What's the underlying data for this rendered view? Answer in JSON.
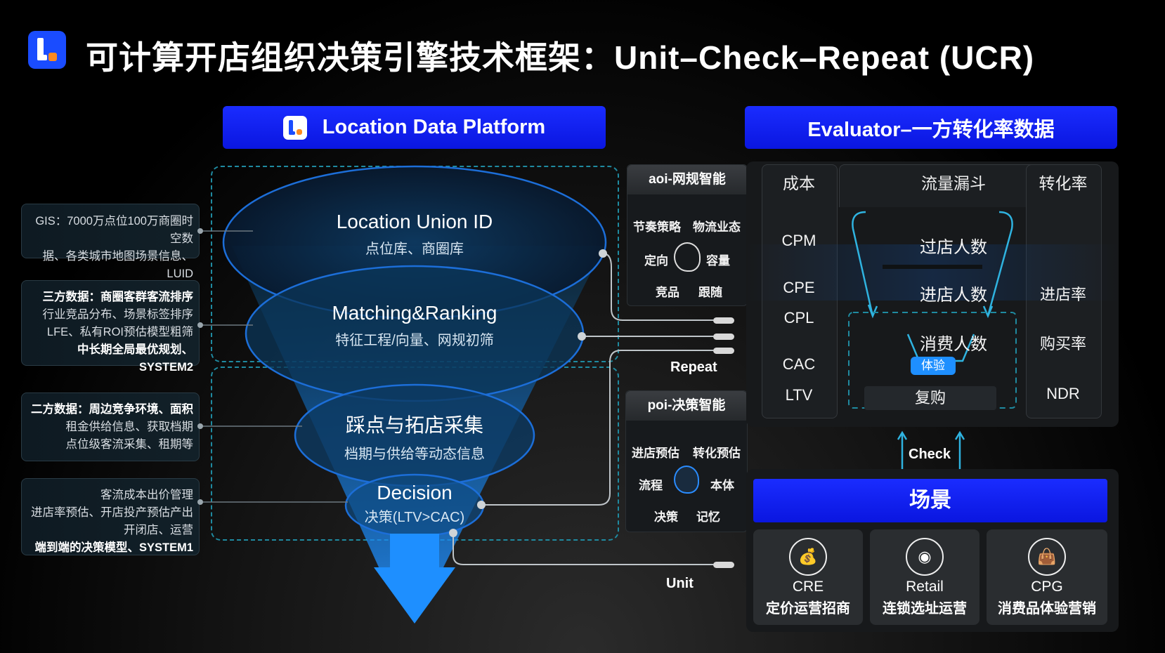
{
  "title": "可计算开店组织决策引擎技术框架：Unit–Check–Repeat (UCR)",
  "ldp_header": "Location Data Platform",
  "evaluator_header": "Evaluator–一方转化率数据",
  "left_notes": [
    {
      "lines": [
        "GIS：7000万点位100万商圈时空数",
        "据、各类城市地图场景信息、LUID"
      ]
    },
    {
      "lines": [
        "三方数据：商圈客群客流排序",
        "行业竞品分布、场景标签排序",
        "LFE、私有ROI预估模型粗筛",
        "中长期全局最优规划、SYSTEM2"
      ]
    },
    {
      "lines": [
        "二方数据：周边竞争环境、面积",
        "租金供给信息、获取档期",
        "点位级客流采集、租期等"
      ]
    },
    {
      "lines": [
        "客流成本出价管理",
        "进店率预估、开店投产预估产出",
        "开闭店、运营",
        "端到端的决策模型、SYSTEM1"
      ]
    }
  ],
  "funnel": [
    {
      "main": "Location Union ID",
      "sub": "点位库、商圈库"
    },
    {
      "main": "Matching&Ranking",
      "sub": "特征工程/向量、网规初筛"
    },
    {
      "main": "踩点与拓店采集",
      "sub": "档期与供给等动态信息"
    },
    {
      "main": "Decision",
      "sub": "决策(LTV>CAC)"
    }
  ],
  "aoi_card": {
    "title": "aoi-网规智能",
    "items": [
      "节奏策略",
      "物流业态",
      "定向",
      "容量",
      "竞品",
      "跟随"
    ]
  },
  "poi_card": {
    "title": "poi-决策智能",
    "items": [
      "进店预估",
      "转化预估",
      "流程",
      "本体",
      "决策",
      "记忆"
    ]
  },
  "loop_labels": {
    "repeat": "Repeat",
    "unit": "Unit",
    "check": "Check"
  },
  "evaluator": {
    "col_headers": [
      "成本",
      "流量漏斗",
      "转化率"
    ],
    "costs": [
      "CPM",
      "CPE",
      "CPL",
      "CAC",
      "LTV"
    ],
    "funnel_steps": [
      "过店人数",
      "进店人数",
      "消费人数",
      "复购"
    ],
    "badge": "体验",
    "rates": [
      "进店率",
      "购买率",
      "NDR"
    ]
  },
  "scene": {
    "header": "场景",
    "cards": [
      {
        "icon": "money-bag-icon",
        "name": "CRE",
        "desc": "定价运营招商"
      },
      {
        "icon": "location-pin-icon",
        "name": "Retail",
        "desc": "连锁选址运营"
      },
      {
        "icon": "shopping-bag-icon",
        "name": "CPG",
        "desc": "消费品体验营销"
      }
    ]
  },
  "colors": {
    "accent_blue": "#1a2cff",
    "funnel_blue": "#1e8fff",
    "dash_teal": "#1f8aa0",
    "logo_orange": "#ff8a1e"
  }
}
